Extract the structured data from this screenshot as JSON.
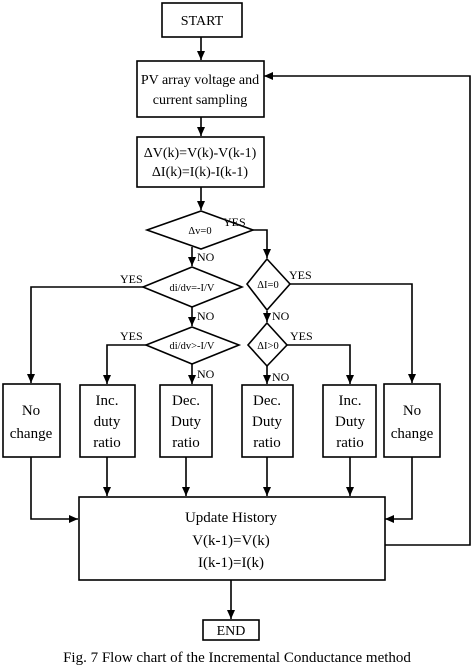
{
  "flowchart": {
    "start": "START",
    "sampling": [
      "PV array voltage and",
      "current sampling"
    ],
    "delta": [
      "ΔV(k)=V(k)-V(k-1)",
      "ΔI(k)=I(k)-I(k-1)"
    ],
    "decision_dv": "Δv=0",
    "decision_didv_eq": "di/dv=-I/V",
    "decision_didv_gt": "di/dv>-I/V",
    "decision_di": "ΔI=0",
    "decision_di_gt": "ΔI>0",
    "outcomes": [
      [
        "No",
        "change"
      ],
      [
        "Inc.",
        "duty",
        "ratio"
      ],
      [
        "Dec.",
        "Duty",
        "ratio"
      ],
      [
        "Dec.",
        "Duty",
        "ratio"
      ],
      [
        "Inc.",
        "Duty",
        "ratio"
      ],
      [
        "No",
        "change"
      ]
    ],
    "update": [
      "Update History",
      "V(k-1)=V(k)",
      "I(k-1)=I(k)"
    ],
    "end": "END",
    "yes": "YES",
    "no": "NO"
  },
  "caption": "Fig. 7 Flow chart of the Incremental Conductance method"
}
